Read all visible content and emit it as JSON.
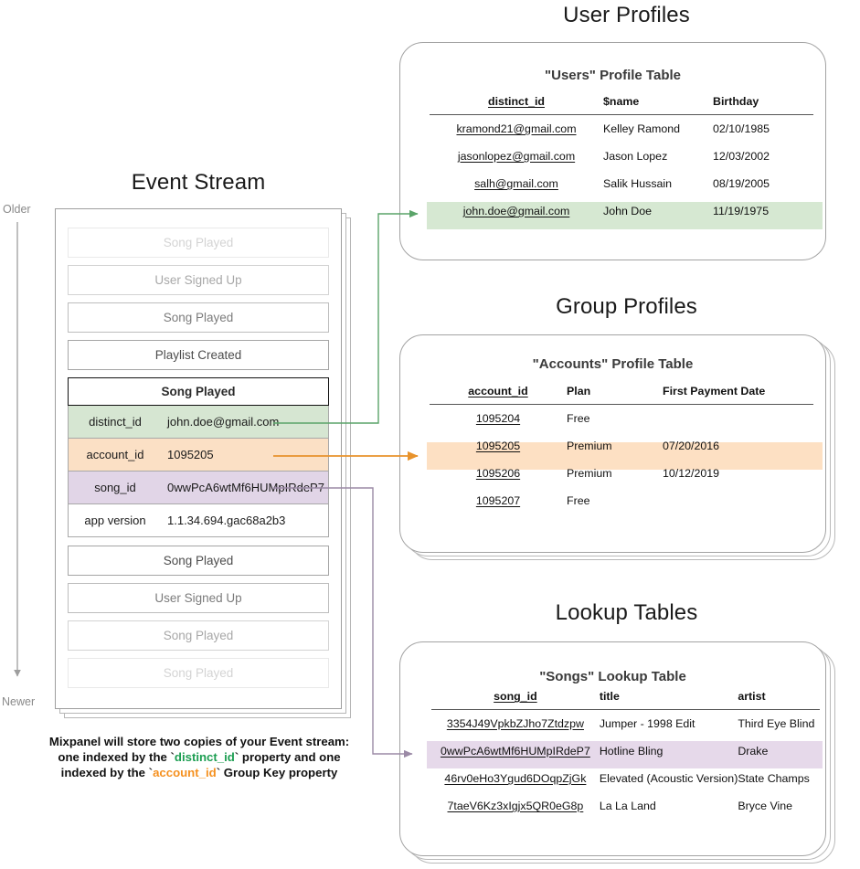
{
  "time_axis": {
    "older_label": "Older",
    "newer_label": "Newer"
  },
  "event_stream": {
    "title": "Event Stream",
    "events_before": [
      {
        "label": "Song Played",
        "fade": "f1"
      },
      {
        "label": "User Signed Up",
        "fade": "f2"
      },
      {
        "label": "Song Played",
        "fade": "f3"
      },
      {
        "label": "Playlist Created",
        "fade": "f4"
      }
    ],
    "highlighted_event": {
      "name": "Song Played",
      "properties": [
        {
          "key": "distinct_id",
          "value": "john.doe@gmail.com",
          "color": "row-green"
        },
        {
          "key": "account_id",
          "value": "1095205",
          "color": "row-orange"
        },
        {
          "key": "song_id",
          "value": "0wwPcA6wtMf6HUMpIRdeP7",
          "color": "row-purple"
        },
        {
          "key": "app version",
          "value": "1.1.34.694.gac68a2b3",
          "color": "row-plain"
        }
      ]
    },
    "events_after": [
      {
        "label": "Song Played",
        "fade": "f4"
      },
      {
        "label": "User Signed Up",
        "fade": "f3"
      },
      {
        "label": "Song Played",
        "fade": "f2"
      },
      {
        "label": "Song Played",
        "fade": "f1"
      }
    ]
  },
  "caption": {
    "line1": "Mixpanel will store two copies of your Event stream:",
    "line2_pre": "one indexed by the `",
    "line2_code": "distinct_id",
    "line2_post": "` property and one",
    "line3_pre": "indexed by the `",
    "line3_code": "account_id",
    "line3_post": "` Group Key property"
  },
  "sections": {
    "user_profiles": {
      "heading": "User Profiles",
      "table_title": "\"Users\" Profile Table",
      "columns": [
        "distinct_id",
        "$name",
        "Birthday"
      ],
      "rows": [
        {
          "cells": [
            "kramond21@gmail.com",
            "Kelley Ramond",
            "02/10/1985"
          ],
          "highlight": false
        },
        {
          "cells": [
            "jasonlopez@gmail.com",
            "Jason Lopez",
            "12/03/2002"
          ],
          "highlight": false
        },
        {
          "cells": [
            "salh@gmail.com",
            "Salik Hussain",
            "08/19/2005"
          ],
          "highlight": false
        },
        {
          "cells": [
            "john.doe@gmail.com",
            "John Doe",
            "11/19/1975"
          ],
          "highlight": true
        }
      ]
    },
    "group_profiles": {
      "heading": "Group Profiles",
      "table_title": "\"Accounts\" Profile Table",
      "columns": [
        "account_id",
        "Plan",
        "First Payment Date"
      ],
      "rows": [
        {
          "cells": [
            "1095204",
            "Free",
            ""
          ],
          "highlight": false
        },
        {
          "cells": [
            "1095205",
            "Premium",
            "07/20/2016"
          ],
          "highlight": true
        },
        {
          "cells": [
            "1095206",
            "Premium",
            "10/12/2019"
          ],
          "highlight": false
        },
        {
          "cells": [
            "1095207",
            "Free",
            ""
          ],
          "highlight": false
        }
      ]
    },
    "lookup_tables": {
      "heading": "Lookup Tables",
      "table_title": "\"Songs\" Lookup Table",
      "columns": [
        "song_id",
        "title",
        "artist"
      ],
      "rows": [
        {
          "cells": [
            "3354J49VpkbZJho7Ztdzpw",
            "Jumper - 1998 Edit",
            "Third Eye Blind"
          ],
          "highlight": false
        },
        {
          "cells": [
            "0wwPcA6wtMf6HUMpIRdeP7",
            "Hotline Bling",
            "Drake"
          ],
          "highlight": true
        },
        {
          "cells": [
            "46rv0eHo3Ygud6DOqpZjGk",
            "Elevated (Acoustic Version)",
            "State Champs"
          ],
          "highlight": false
        },
        {
          "cells": [
            "7taeV6Kz3xIgjx5QR0eG8p",
            "La La Land",
            "Bryce Vine"
          ],
          "highlight": false
        }
      ]
    }
  },
  "colors": {
    "green": "#d6e6d2",
    "orange": "#fbe0c5",
    "purple": "#e1d5e7",
    "arrow_green": "#5aa469",
    "arrow_orange": "#e8a33d",
    "arrow_purple": "#9b8aa6",
    "code_green": "#1d9e52",
    "code_orange": "#f5901e"
  }
}
